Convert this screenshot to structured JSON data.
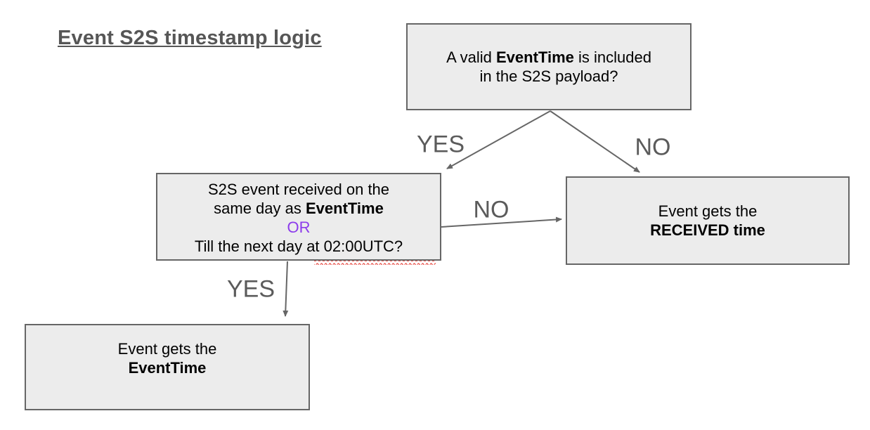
{
  "title": "Event S2S timestamp logic",
  "colors": {
    "box_fill": "#ececec",
    "box_border": "#666666",
    "arrow": "#666666",
    "edge_label_text": "#5b5b5b",
    "title_text": "#565656",
    "body_text": "#000000",
    "or_text": "#8c3ceb",
    "spellcheck_squiggle": "#e8453c"
  },
  "nodes": {
    "question_payload": {
      "line1_pre": "A valid ",
      "line1_bold": "EventTime",
      "line1_post": " is included",
      "line2": "in the S2S payload?"
    },
    "question_same_day": {
      "line1": "S2S event received on the",
      "line2_pre": "same day as ",
      "line2_bold": "EventTime",
      "or": "OR",
      "line3": "Till the next day at 02:00UTC?"
    },
    "outcome_received": {
      "line1": "Event gets the",
      "line2_bold": "RECEIVED time"
    },
    "outcome_eventtime": {
      "line1": "Event gets the",
      "line2_bold": "EventTime"
    }
  },
  "edge_labels": {
    "yes_from_payload": "YES",
    "no_from_payload": "NO",
    "no_from_same_day": "NO",
    "yes_from_same_day": "YES"
  }
}
